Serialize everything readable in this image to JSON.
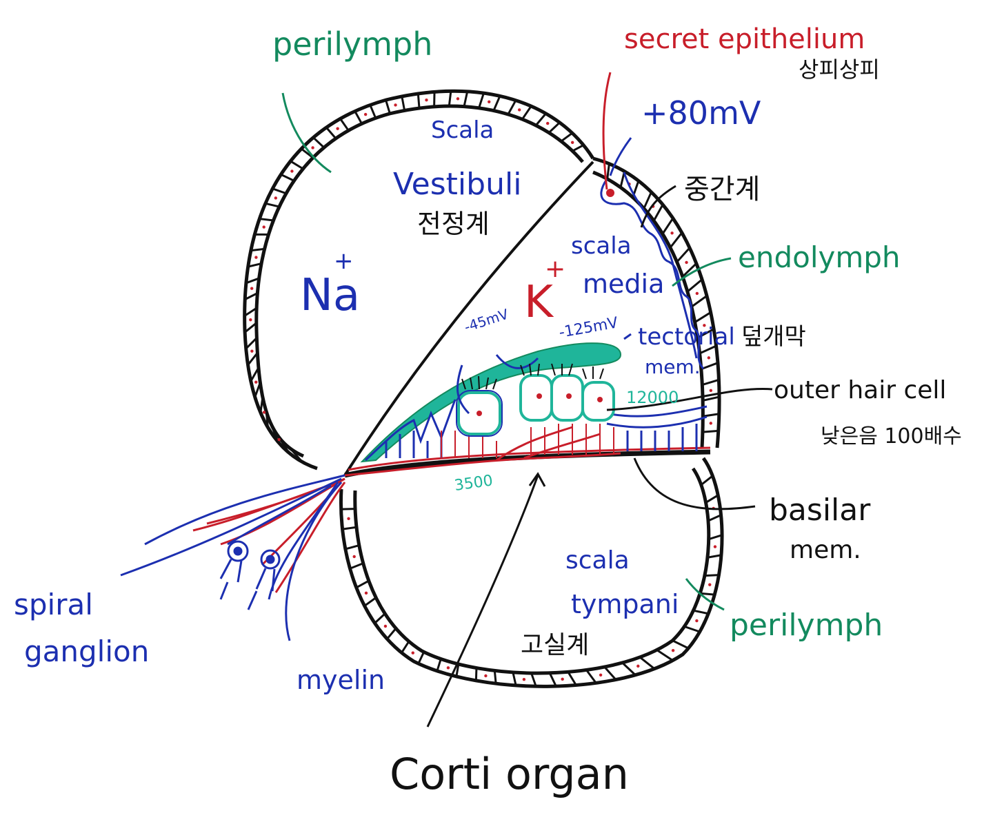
{
  "colors": {
    "green": "#138a5e",
    "teal": "#1fb59a",
    "red": "#c81e2a",
    "blue": "#1c2fb0",
    "black": "#111111"
  },
  "labels": {
    "perilymph_top": "perilymph",
    "secret_epithelium": "secret epithelium",
    "secret_epithelium_ko": "상피상피",
    "plus_80mv": "+80mV",
    "scala_media_ko": "중간계",
    "endolymph": "endolymph",
    "scala_vestibuli_1": "Scala",
    "scala_vestibuli_2": "Vestibuli",
    "scala_vestibuli_ko": "전정계",
    "na_plus": "Na",
    "na_sup": "+",
    "k_plus": "K",
    "k_sup": "+",
    "scala_media_1": "scala",
    "scala_media_2": "media",
    "minus_45mv": "-45mV",
    "minus_125mv": "-125mV",
    "tectorial_1": "tectorial",
    "tectorial_ko": "덮개막",
    "tectorial_2": "mem.",
    "num_12000": "12000",
    "outer_hair_cell": "outer hair cell",
    "outer_hair_cell_note": "낮은음 100배수",
    "num_3500": "3500",
    "basilar_1": "basilar",
    "basilar_2": "mem.",
    "scala_tympani_1": "scala",
    "scala_tympani_2": "tympani",
    "scala_tympani_ko": "고실계",
    "perilymph_bottom": "perilymph",
    "spiral_1": "spiral",
    "spiral_2": "ganglion",
    "myelin": "myelin",
    "corti_organ": "Corti organ"
  }
}
